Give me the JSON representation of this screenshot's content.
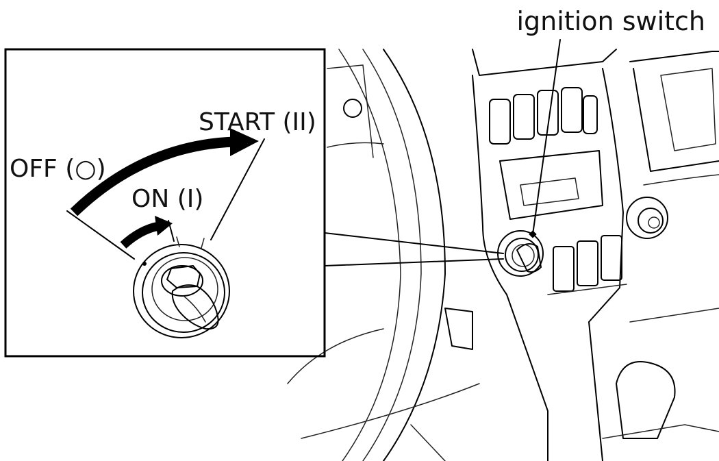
{
  "labels": {
    "ignition_switch": "ignition switch",
    "start": "START (II)",
    "off": "OFF (○)",
    "on": "ON (I)"
  },
  "colors": {
    "ink": "#000000",
    "background": "#ffffff"
  },
  "icons": {
    "arrow_main": "curved-arrow",
    "arrow_small": "curved-arrow"
  }
}
